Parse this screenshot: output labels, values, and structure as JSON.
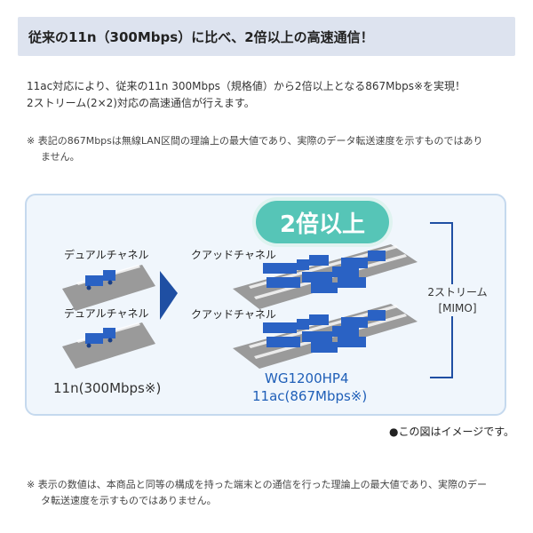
{
  "header": {
    "title": "従来の11n（300Mbps）に比べ、2倍以上の高速通信！"
  },
  "intro": {
    "line1": "11ac対応により、従来の11n 300Mbps（規格値）から2倍以上となる867Mbps※を実現！",
    "line2": "2ストリーム(2×2)対応の高速通信が行えます。"
  },
  "note_top": {
    "line1": "※ 表記の867Mbpsは無線LAN区間の理論上の最大値であり、実際のデータ転送速度を示すものではあり",
    "line2": "ません。"
  },
  "diagram": {
    "badge": "2倍以上",
    "left_top_label": "デュアルチャネル",
    "left_bottom_label": "デュアルチャネル",
    "right_top_label": "クアッドチャネル",
    "right_bottom_label": "クアッドチャネル",
    "mimo_line1": "2ストリーム",
    "mimo_line2": "[MIMO]",
    "left_caption": "11n(300Mbps※)",
    "product_name": "WG1200HP4",
    "product_speed": "11ac(867Mbps※)",
    "colors": {
      "truck": "#2a62c4",
      "road": "#9a9a9a",
      "badge": "#56c5b7",
      "arrow": "#1f4fa3"
    }
  },
  "image_note": "●この図はイメージです。",
  "note_bottom": {
    "line1": "※ 表示の数値は、本商品と同等の構成を持った端末との通信を行った理論上の最大値であり、実際のデー",
    "line2": "タ転送速度を示すものではありません。"
  }
}
